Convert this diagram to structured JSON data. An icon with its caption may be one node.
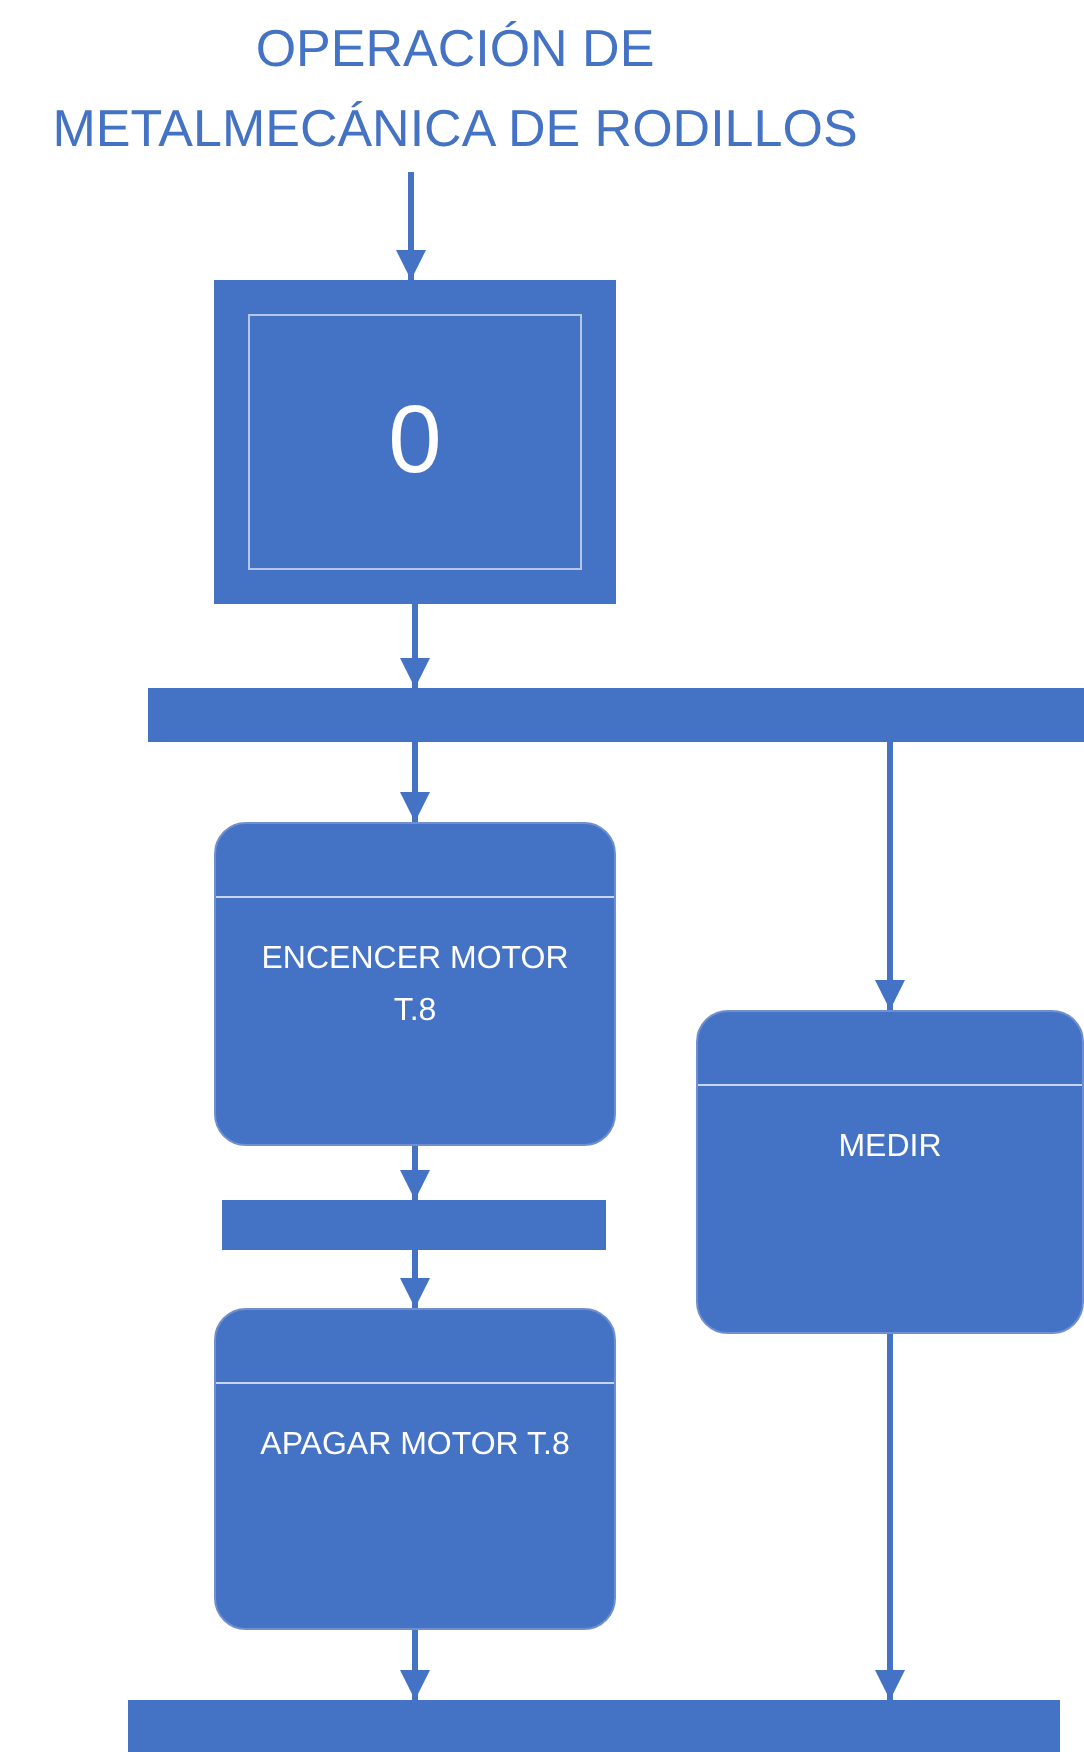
{
  "diagram": {
    "nodes": [
      {
        "text": [
          "OPERACIÓN DE METALMECÁNICA DE RODILLOS"
        ]
      },
      {
        "text": [
          "0"
        ]
      },
      {
        "text": [],
        "shape": "bar"
      },
      {
        "text": [
          "ENCENCER MOTOR T.8"
        ]
      },
      {
        "text": [],
        "shape": "bar"
      },
      {
        "text": [
          "APAGAR MOTOR T.8"
        ]
      },
      {
        "text": [
          "MEDIR"
        ]
      },
      {
        "text": [],
        "shape": "bar"
      }
    ],
    "edges": [
      {
        "from": 0,
        "to": 1,
        "arrow": "to"
      },
      {
        "from": 1,
        "to": 2,
        "arrow": "to"
      },
      {
        "from": 2,
        "to": 3,
        "arrow": "to"
      },
      {
        "from": 2,
        "to": 6,
        "arrow": "to"
      },
      {
        "from": 3,
        "to": 4,
        "arrow": "to"
      },
      {
        "from": 4,
        "to": 5,
        "arrow": "to"
      },
      {
        "from": 5,
        "to": 7,
        "arrow": "to"
      },
      {
        "from": 6,
        "to": 7,
        "arrow": "to"
      }
    ]
  }
}
